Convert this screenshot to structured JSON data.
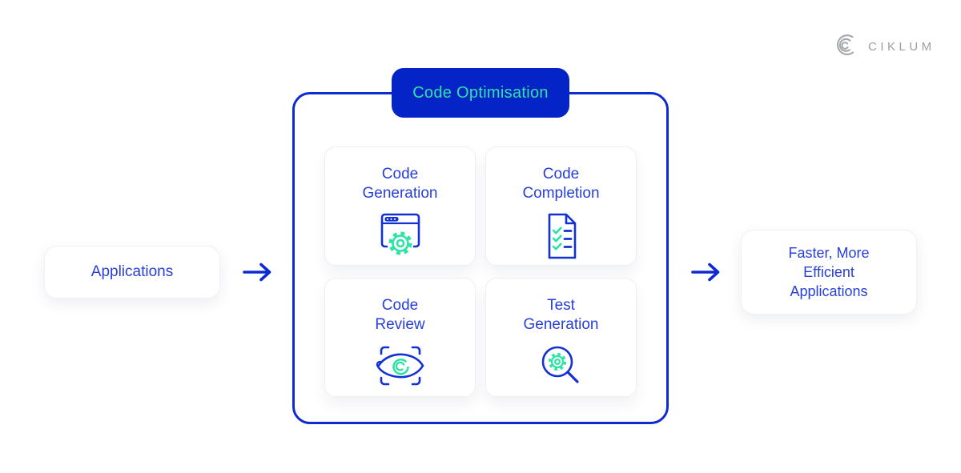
{
  "brand": {
    "logo_text": "CIKLUM",
    "logo_mark": "ciklum-arcs-icon",
    "logo_color": "#9aa0a6"
  },
  "colors": {
    "primary_blue": "#0d2bd1",
    "badge_blue": "#0524c8",
    "text_blue": "#2840d8",
    "accent_green": "#2ee3a4",
    "logo_gray": "#9aa0a6",
    "background": "#ffffff"
  },
  "flow": {
    "input_box": {
      "label": "Applications"
    },
    "process": {
      "title": "Code Optimisation",
      "cards": [
        {
          "label": "Code\nGeneration",
          "icon": "browser-gear-icon"
        },
        {
          "label": "Code\nCompletion",
          "icon": "checklist-document-icon"
        },
        {
          "label": "Code\nReview",
          "icon": "eye-scan-icon"
        },
        {
          "label": "Test\nGeneration",
          "icon": "magnifier-gear-icon"
        }
      ]
    },
    "output_box": {
      "label": "Faster, More\nEfficient\nApplications"
    },
    "arrows": {
      "count": 2,
      "direction": "right"
    }
  }
}
